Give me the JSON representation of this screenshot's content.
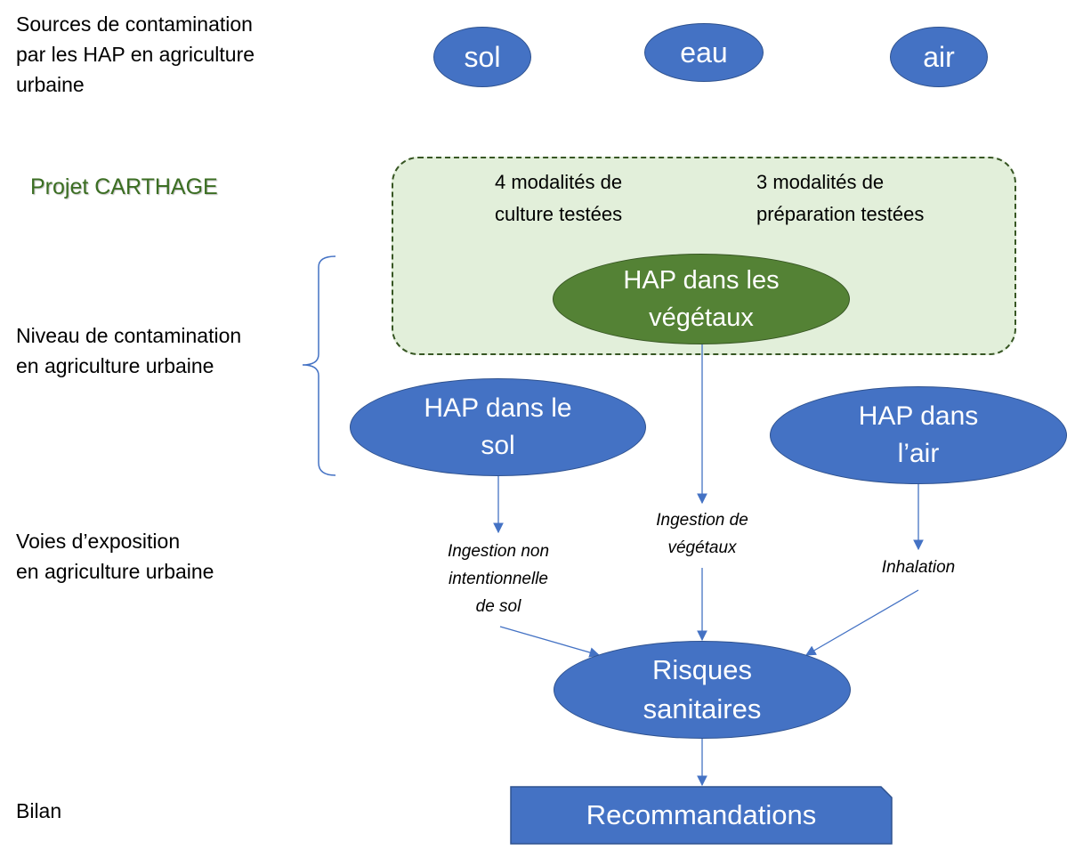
{
  "labels": {
    "sources": [
      "Sources de contamination",
      "par les HAP en agriculture",
      "urbaine"
    ],
    "projet": "Projet CARTHAGE",
    "niveau": [
      "Niveau de contamination",
      "en agriculture urbaine"
    ],
    "voies": [
      "Voies d’exposition",
      "en agriculture urbaine"
    ],
    "bilan": "Bilan"
  },
  "sources": {
    "sol": "sol",
    "eau": "eau",
    "air": "air"
  },
  "carthage": {
    "culture": [
      "4 modalités de",
      "culture testées"
    ],
    "preparation": [
      "3 modalités de",
      "préparation testées"
    ],
    "vegetaux": [
      "HAP dans les",
      "végétaux"
    ]
  },
  "niveau": {
    "sol": [
      "HAP dans le",
      "sol"
    ],
    "air": [
      "HAP dans",
      "l’air"
    ]
  },
  "expositions": {
    "sol": [
      "Ingestion non",
      "intentionnelle",
      "de sol"
    ],
    "vegetaux": [
      "Ingestion de",
      "végétaux"
    ],
    "air": "Inhalation"
  },
  "risques": [
    "Risques",
    "sanitaires"
  ],
  "recommandations": "Recommandations",
  "colors": {
    "blue_fill": "#4472c4",
    "blue_border": "#2f528f",
    "green_fill": "#548235",
    "box_fill": "#e2efda",
    "title_green": "#3b6e22"
  }
}
